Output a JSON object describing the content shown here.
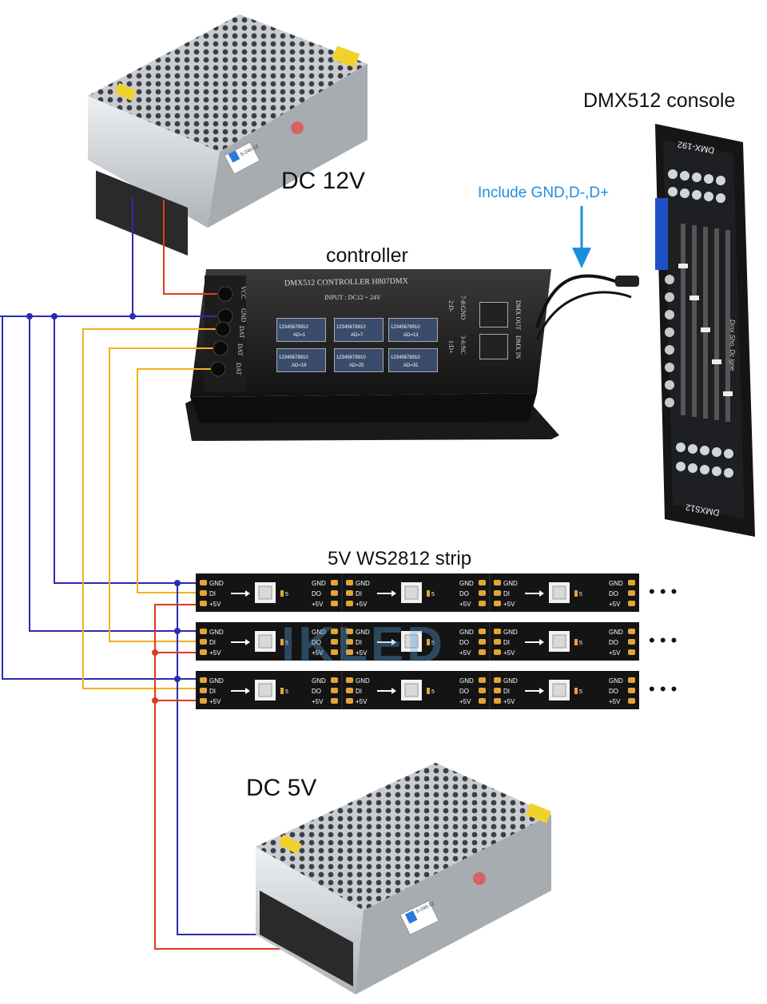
{
  "labels": {
    "psu_top": "DC 12V",
    "controller": "controller",
    "console": "DMX512 console",
    "include_note": "Include GND,D-,D+",
    "strip": "5V WS2812 strip",
    "psu_bottom": "DC 5V",
    "watermark": "IKLED"
  },
  "controller": {
    "top_text": "DMX512 CONTROLLER H807DMX",
    "input_text": "INPUT : DC12 ~ 24V",
    "terminals": [
      "VCC",
      "GND",
      "DAT",
      "DAT",
      "DAT"
    ],
    "dip_digits": "12345678910",
    "ad_labels": [
      "AD=1",
      "AD=7",
      "AD=13",
      "AD=19",
      "AD=25",
      "AD=31"
    ],
    "pin_left": [
      "2:D-",
      "1:D+"
    ],
    "pin_right": [
      "7-8:GND",
      "3-6:NC"
    ],
    "port_labels": [
      "DMX OUT",
      "DMX IN"
    ]
  },
  "console": {
    "name_top": "DMX-192",
    "name_bottom": "DMX512",
    "script": "Dmx Sho. Dc igne"
  },
  "strip_pads": {
    "left": [
      "GND",
      "DI",
      "+5V"
    ],
    "right": [
      "GND",
      "DO",
      "+5V"
    ],
    "ellipsis": "• • •",
    "led_mark": "5"
  },
  "psu": {
    "model": "S-240-12"
  },
  "colors": {
    "wire_red": "#e03a1e",
    "wire_blue": "#2b2bb0",
    "wire_yellow": "#f2b21c",
    "note_blue": "#1e8fe0",
    "strip_bg": "#141414",
    "pad_gold": "#e4a536"
  }
}
